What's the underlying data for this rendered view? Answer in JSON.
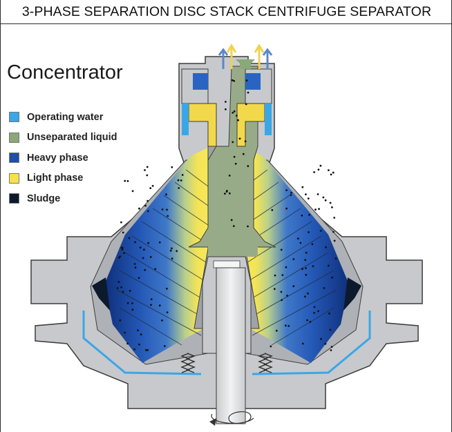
{
  "header": {
    "title": "3-PHASE SEPARATION DISC STACK CENTRIFUGE SEPARATOR"
  },
  "diagram": {
    "subtitle": "Concentrator"
  },
  "legend": {
    "items": [
      {
        "label": "Operating water",
        "color": "#3aa6e8"
      },
      {
        "label": "Unseparated liquid",
        "color": "#8aa878"
      },
      {
        "label": "Heavy phase",
        "color": "#1f4fa6"
      },
      {
        "label": "Light phase",
        "color": "#f5e24a"
      },
      {
        "label": "Sludge",
        "color": "#0c1a2c"
      }
    ]
  },
  "colors": {
    "housing": "#c7c9cc",
    "housing_dark": "#a9abaf",
    "outline": "#3c3c3c",
    "shaft": "#dfe1e4"
  }
}
